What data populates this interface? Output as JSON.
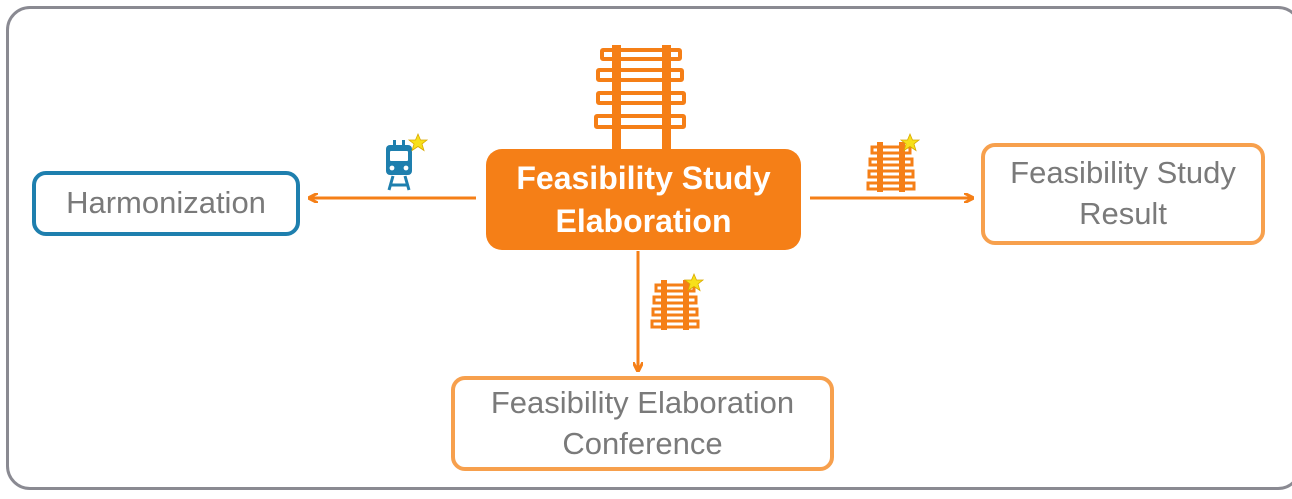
{
  "diagram": {
    "center_node": {
      "label": "Feasibility Study\nElaboration"
    },
    "left_node": {
      "label": "Harmonization"
    },
    "right_node": {
      "label": "Feasibility Study\nResult"
    },
    "bottom_node": {
      "label": "Feasibility Elaboration\nConference"
    },
    "edges": [
      {
        "from": "center_node",
        "to": "left_node",
        "marker": "train-star-icon"
      },
      {
        "from": "center_node",
        "to": "right_node",
        "marker": "track-star-icon"
      },
      {
        "from": "center_node",
        "to": "bottom_node",
        "marker": "track-star-icon"
      }
    ],
    "header_marker": "railway-track-icon"
  },
  "colors": {
    "orange": "#f57f17",
    "orange_light": "#f7a04d",
    "blue": "#1e7fae",
    "star": "#f7e01a",
    "text_gray": "#7a7a7a",
    "frame": "#8a8a92"
  }
}
